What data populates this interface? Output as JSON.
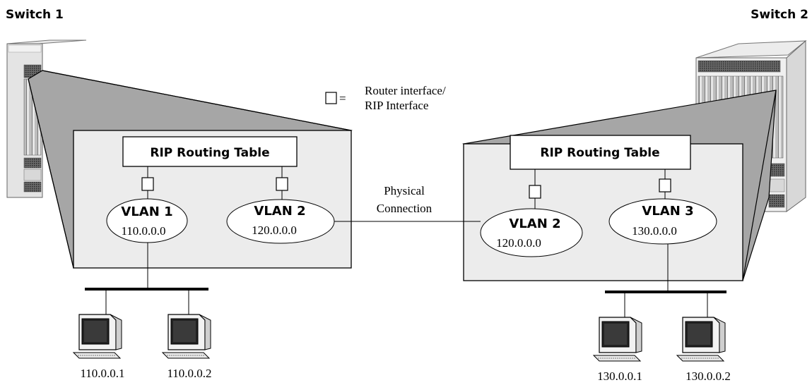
{
  "switches": {
    "left_label": "Switch 1",
    "right_label": "Switch 2"
  },
  "legend": {
    "symbol_equals": "=",
    "line1": "Router interface/",
    "line2": "RIP Interface"
  },
  "link": {
    "line1": "Physical",
    "line2": "Connection"
  },
  "switch1": {
    "table_label": "RIP Routing Table",
    "vlans": [
      {
        "name": "VLAN 1",
        "ip": "110.0.0.0"
      },
      {
        "name": "VLAN 2",
        "ip": "120.0.0.0"
      }
    ],
    "hosts": [
      "110.0.0.1",
      "110.0.0.2"
    ]
  },
  "switch2": {
    "table_label": "RIP Routing Table",
    "vlans": [
      {
        "name": "VLAN 2",
        "ip": "120.0.0.0"
      },
      {
        "name": "VLAN 3",
        "ip": "130.0.0.0"
      }
    ],
    "hosts": [
      "130.0.0.1",
      "130.0.0.2"
    ]
  }
}
